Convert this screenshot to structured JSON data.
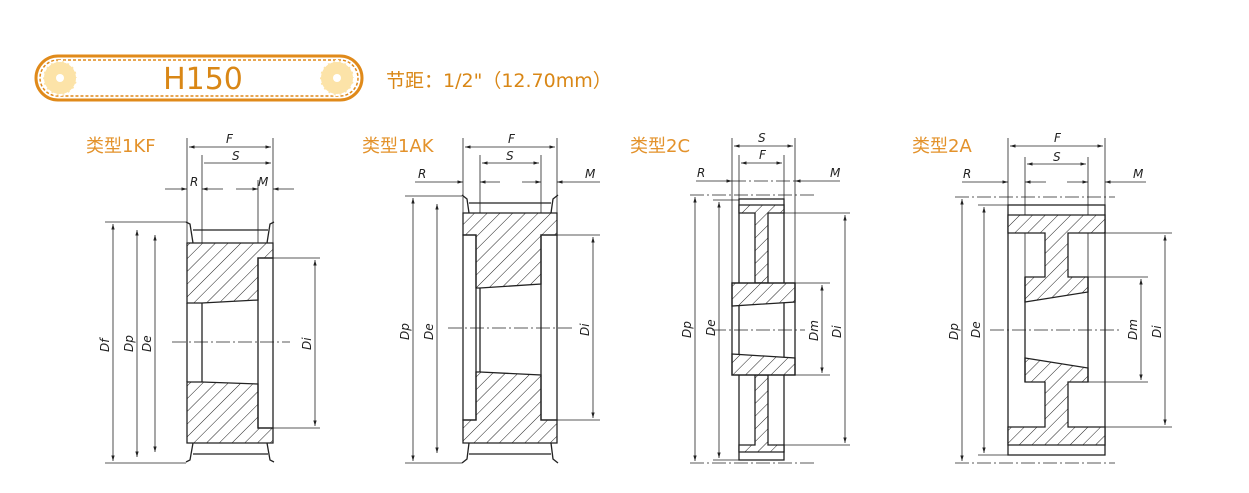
{
  "header": {
    "title": "H150",
    "pitch": "节距：1/2\"（12.70mm）"
  },
  "colors": {
    "accent": "#E08A1A",
    "gear": "#FCE3A8",
    "line": "#222222"
  },
  "types": [
    {
      "label": "类型1KF",
      "dims": [
        "F",
        "S",
        "R",
        "M",
        "Df",
        "Dp",
        "De",
        "Di"
      ]
    },
    {
      "label": "类型1AK",
      "dims": [
        "F",
        "S",
        "R",
        "M",
        "Dp",
        "De",
        "Di"
      ]
    },
    {
      "label": "类型2C",
      "dims": [
        "S",
        "F",
        "R",
        "M",
        "Dp",
        "De",
        "Dm",
        "Di"
      ]
    },
    {
      "label": "类型2A",
      "dims": [
        "F",
        "S",
        "R",
        "M",
        "Dp",
        "De",
        "Dm",
        "Di"
      ]
    }
  ]
}
